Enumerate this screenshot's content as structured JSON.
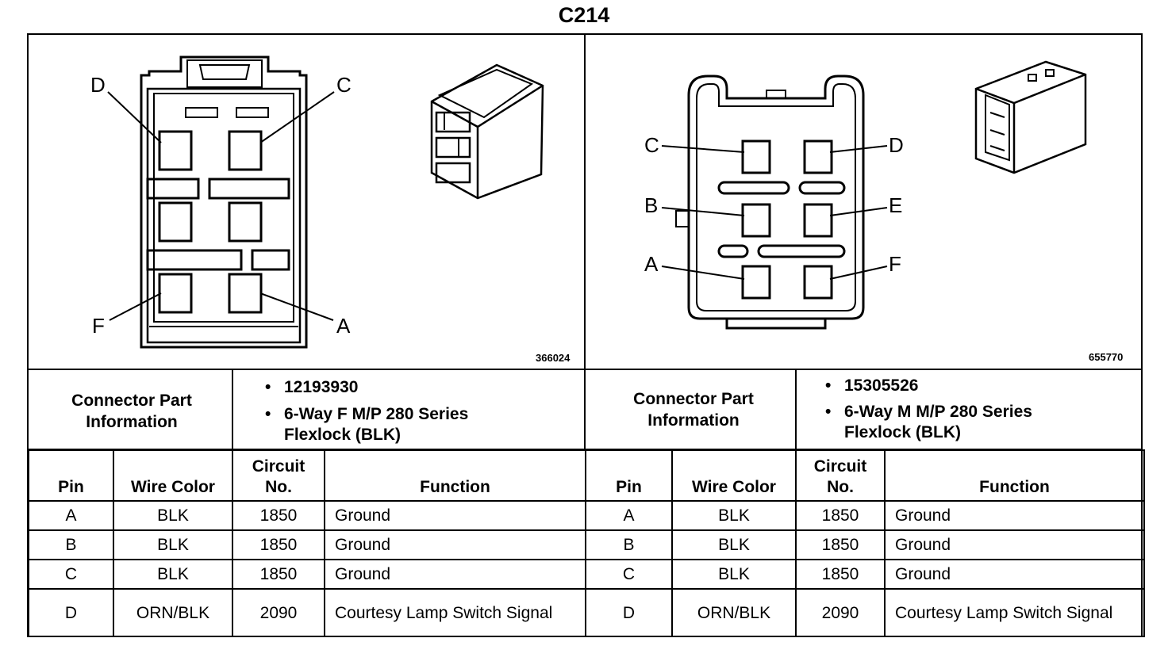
{
  "title": "C214",
  "left": {
    "ref_number": "366024",
    "pin_labels": [
      "D",
      "C",
      "F",
      "A"
    ],
    "part_info_label": "Connector Part Information",
    "part_info": [
      "12193930",
      "6-Way F M/P 280 Series Flexlock (BLK)"
    ],
    "columns": [
      "Pin",
      "Wire Color",
      "Circuit No.",
      "Function"
    ],
    "rows": [
      {
        "pin": "A",
        "color": "BLK",
        "circuit": "1850",
        "function": "Ground"
      },
      {
        "pin": "B",
        "color": "BLK",
        "circuit": "1850",
        "function": "Ground"
      },
      {
        "pin": "C",
        "color": "BLK",
        "circuit": "1850",
        "function": "Ground"
      },
      {
        "pin": "D",
        "color": "ORN/BLK",
        "circuit": "2090",
        "function": "Courtesy Lamp Switch Signal"
      }
    ]
  },
  "right": {
    "ref_number": "655770",
    "pin_labels": [
      "C",
      "D",
      "B",
      "E",
      "A",
      "F"
    ],
    "part_info_label": "Connector Part Information",
    "part_info": [
      "15305526",
      "6-Way M M/P 280 Series Flexlock (BLK)"
    ],
    "columns": [
      "Pin",
      "Wire Color",
      "Circuit No.",
      "Function"
    ],
    "rows": [
      {
        "pin": "A",
        "color": "BLK",
        "circuit": "1850",
        "function": "Ground"
      },
      {
        "pin": "B",
        "color": "BLK",
        "circuit": "1850",
        "function": "Ground"
      },
      {
        "pin": "C",
        "color": "BLK",
        "circuit": "1850",
        "function": "Ground"
      },
      {
        "pin": "D",
        "color": "ORN/BLK",
        "circuit": "2090",
        "function": "Courtesy Lamp Switch Signal"
      }
    ]
  }
}
